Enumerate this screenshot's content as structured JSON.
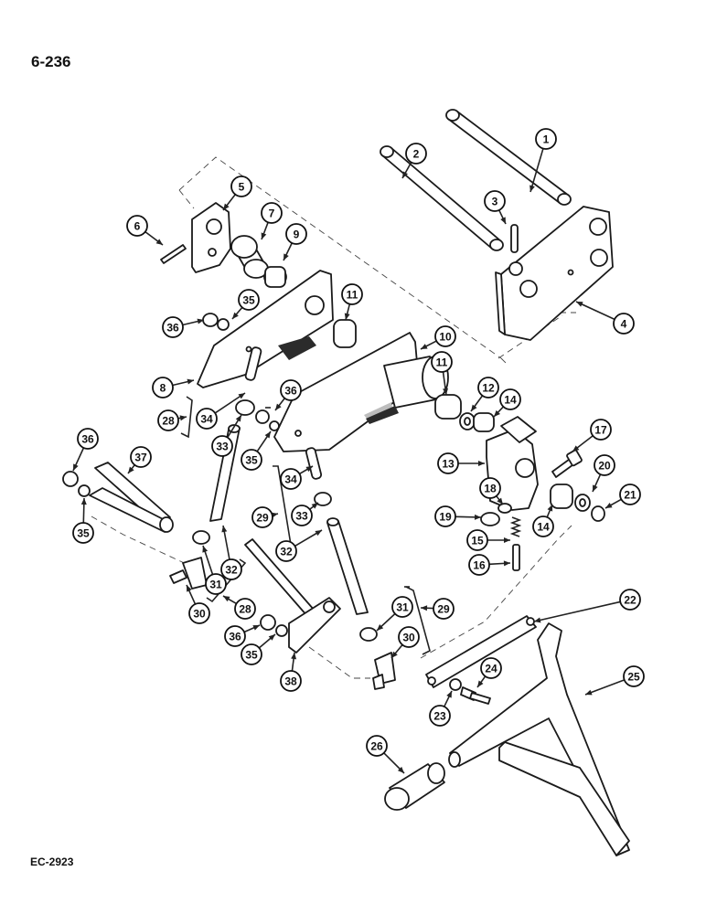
{
  "page": {
    "number": "6-236",
    "code": "EC-2923"
  },
  "colors": {
    "line": "#1a1a1a",
    "background": "#ffffff"
  },
  "callouts": [
    {
      "label": "1"
    },
    {
      "label": "2"
    },
    {
      "label": "3"
    },
    {
      "label": "4"
    },
    {
      "label": "5"
    },
    {
      "label": "6"
    },
    {
      "label": "7"
    },
    {
      "label": "9"
    },
    {
      "label": "35"
    },
    {
      "label": "36"
    },
    {
      "label": "11"
    },
    {
      "label": "8"
    },
    {
      "label": "10"
    },
    {
      "label": "11"
    },
    {
      "label": "12"
    },
    {
      "label": "14"
    },
    {
      "label": "36"
    },
    {
      "label": "28"
    },
    {
      "label": "34"
    },
    {
      "label": "33"
    },
    {
      "label": "35"
    },
    {
      "label": "36"
    },
    {
      "label": "37"
    },
    {
      "label": "35"
    },
    {
      "label": "17"
    },
    {
      "label": "13"
    },
    {
      "label": "20"
    },
    {
      "label": "21"
    },
    {
      "label": "34"
    },
    {
      "label": "18"
    },
    {
      "label": "19"
    },
    {
      "label": "14"
    },
    {
      "label": "29"
    },
    {
      "label": "33"
    },
    {
      "label": "15"
    },
    {
      "label": "32"
    },
    {
      "label": "16"
    },
    {
      "label": "31"
    },
    {
      "label": "32"
    },
    {
      "label": "30"
    },
    {
      "label": "28"
    },
    {
      "label": "22"
    },
    {
      "label": "31"
    },
    {
      "label": "29"
    },
    {
      "label": "36"
    },
    {
      "label": "35"
    },
    {
      "label": "30"
    },
    {
      "label": "25"
    },
    {
      "label": "24"
    },
    {
      "label": "38"
    },
    {
      "label": "23"
    },
    {
      "label": "26"
    }
  ]
}
